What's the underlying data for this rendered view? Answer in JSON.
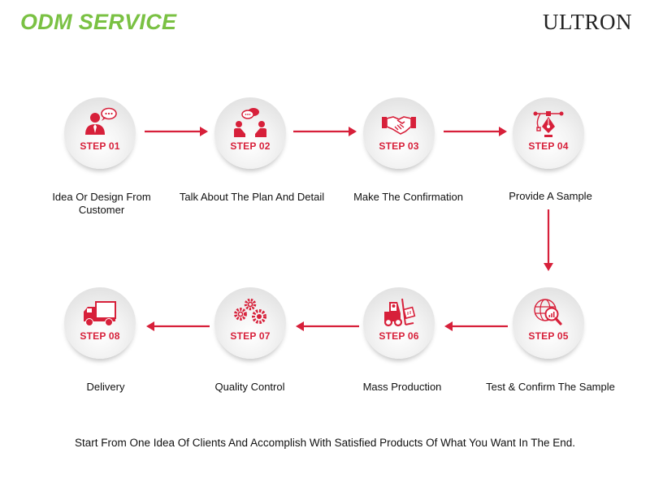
{
  "header": {
    "title": "ODM SERVICE",
    "brand": "ULTRON"
  },
  "colors": {
    "title": "#7ac143",
    "accent": "#d7203a",
    "text": "#111111"
  },
  "steps": [
    {
      "label": "STEP 01",
      "caption": "Idea Or Design From Customer",
      "icon": "customer-idea-icon"
    },
    {
      "label": "STEP 02",
      "caption": "Talk About The Plan And Detail",
      "icon": "discussion-icon"
    },
    {
      "label": "STEP 03",
      "caption": "Make The Confirmation",
      "icon": "handshake-icon"
    },
    {
      "label": "STEP 04",
      "caption": "Provide A Sample",
      "icon": "pen-tool-icon"
    },
    {
      "label": "STEP 05",
      "caption": "Test & Confirm The Sample",
      "icon": "globe-search-icon"
    },
    {
      "label": "STEP 06",
      "caption": "Mass Production",
      "icon": "forklift-icon"
    },
    {
      "label": "STEP 07",
      "caption": "Quality Control",
      "icon": "gears-icon"
    },
    {
      "label": "STEP 08",
      "caption": "Delivery",
      "icon": "truck-icon"
    }
  ],
  "footer": "Start From One Idea Of Clients And Accomplish With Satisfied Products Of What You Want In The End."
}
